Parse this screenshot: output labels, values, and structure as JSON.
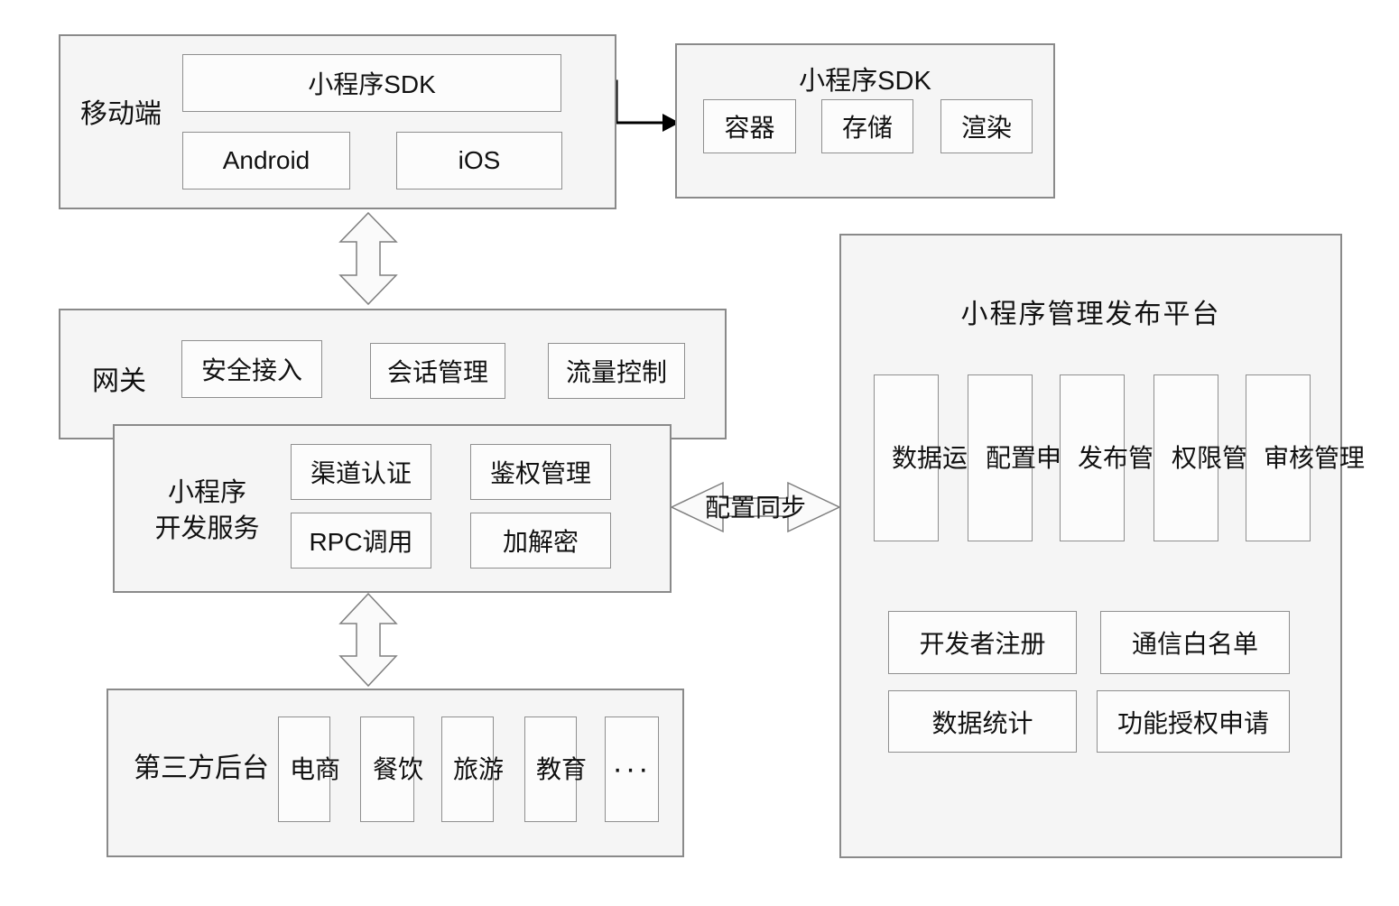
{
  "diagram": {
    "mobile": {
      "label": "移动端",
      "sdk": "小程序SDK",
      "platforms": [
        "Android",
        "iOS"
      ]
    },
    "sdk_panel": {
      "title": "小程序SDK",
      "items": [
        "容器",
        "存储",
        "渲染"
      ]
    },
    "gateway": {
      "label": "网关",
      "items": [
        "安全接入",
        "会话管理",
        "流量控制"
      ]
    },
    "dev_service": {
      "label_lines": [
        "小程序",
        "开发服务"
      ],
      "items": [
        "渠道认证",
        "鉴权管理",
        "RPC调用",
        "加解密"
      ]
    },
    "third_party": {
      "label": "第三方后台",
      "items": [
        "电商",
        "餐饮",
        "旅游",
        "教育",
        "···"
      ]
    },
    "platform": {
      "title": "小程序管理发布平台",
      "modules": [
        "数据运营",
        "配置申请",
        "发布管理",
        "权限管理",
        "审核管理"
      ],
      "functions": [
        "开发者注册",
        "通信白名单",
        "数据统计",
        "功能授权申请"
      ]
    },
    "connections": {
      "config_sync": "配置同步"
    }
  },
  "colors": {
    "panel_fill": "#f5f5f5",
    "item_fill": "#fcfcfc",
    "border": "#8a8a8a",
    "arrow_fill": "#fafafa",
    "arrow_stroke": "#7f7f7f",
    "connector": "#000000",
    "text": "#111111"
  }
}
